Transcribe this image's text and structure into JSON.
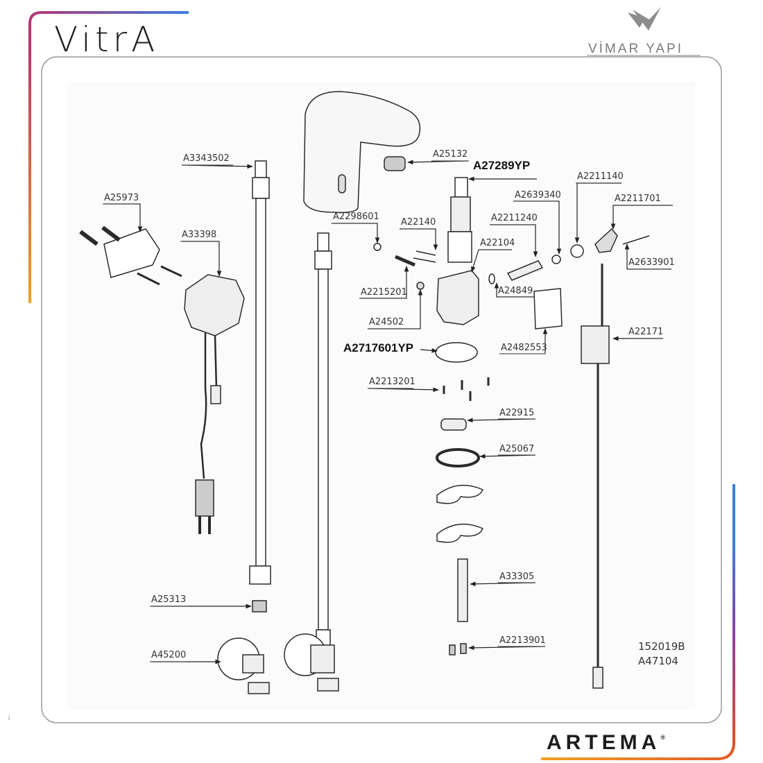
{
  "brand": {
    "vitra": "VitrA",
    "vimar": "VİMAR YAPI",
    "artema": "ARTEMA",
    "registered": "®"
  },
  "stray_char": "i",
  "drawing": {
    "version_line1": "152019B",
    "version_line2": "A47104",
    "parts": {
      "a3343502": "A3343502",
      "a25973": "A25973",
      "a33398": "A33398",
      "a25132": "A25132",
      "a27289yp": "A27289YP",
      "a2298601": "A2298601",
      "a22140": "A22140",
      "a2211240": "A2211240",
      "a2639340": "A2639340",
      "a2211140": "A2211140",
      "a2211701": "A2211701",
      "a22104": "A22104",
      "a2633901": "A2633901",
      "a2215201": "A2215201",
      "a24849": "A24849",
      "a24502": "A24502",
      "a2482553": "A2482553",
      "a22171": "A22171",
      "a2717601yp": "A2717601YP",
      "a2213201": "A2213201",
      "a22915": "A22915",
      "a25067": "A25067",
      "a33305": "A33305",
      "a25313": "A25313",
      "a45200": "A45200",
      "a2213901": "A2213901"
    }
  },
  "colors": {
    "frame": "#9a9a9a",
    "ink": "#2a2a2a",
    "accent_blue": "#3b7fe0",
    "accent_purple": "#8a3fa8",
    "accent_orange": "#f0a020",
    "accent_red": "#e04a2a"
  }
}
